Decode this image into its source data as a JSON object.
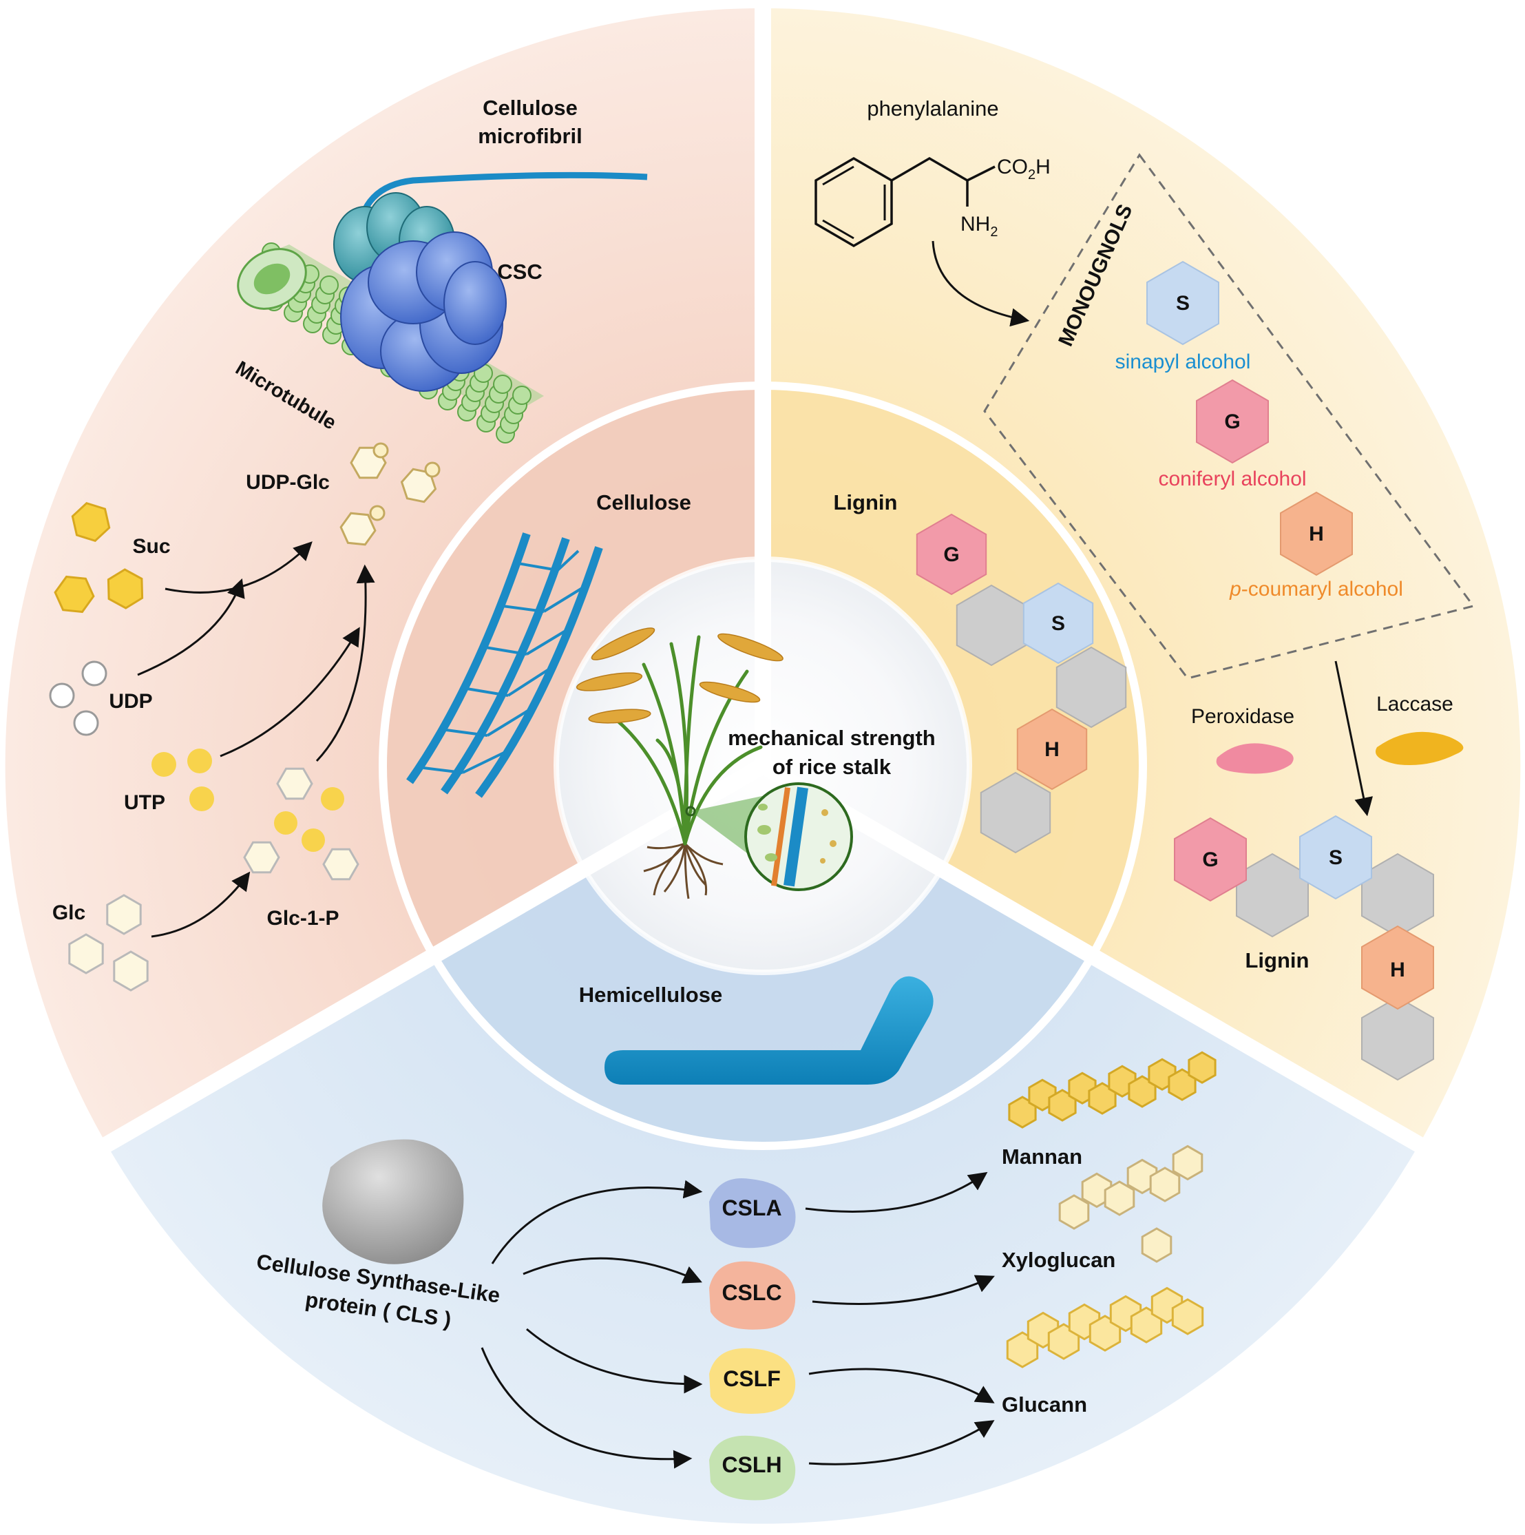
{
  "center": {
    "title_line1": "mechanical strength",
    "title_line2": "of rice stalk"
  },
  "cellulose": {
    "inner_title": "Cellulose",
    "microfibril_line1": "Cellulose",
    "microfibril_line2": "microfibril",
    "csc": "CSC",
    "microtubule": "Microtubule",
    "udp_glc": "UDP-Glc",
    "suc": "Suc",
    "udp": "UDP",
    "utp": "UTP",
    "glc": "Glc",
    "glc1p": "Glc-1-P"
  },
  "lignin": {
    "inner_title": "Lignin",
    "phenylalanine": "phenylalanine",
    "co2h": "CO",
    "co2h_sub": "2",
    "co2h_end": "H",
    "nh2": "NH",
    "nh2_sub": "2",
    "monolignols": "MONOUGNOLS",
    "s": "S",
    "g": "G",
    "h": "H",
    "sinapyl": "sinapyl alcohol",
    "coniferyl": "coniferyl alcohol",
    "coumaryl_prefix": "p",
    "coumaryl_rest": "-coumaryl alcohol",
    "peroxidase": "Peroxidase",
    "laccase": "Laccase",
    "product": "Lignin"
  },
  "hemicellulose": {
    "inner_title": "Hemicellulose",
    "cls_line1": "Cellulose Synthase-Like",
    "cls_line2": "protein ( CLS )",
    "csla": "CSLA",
    "cslc": "CSLC",
    "cslf": "CSLF",
    "cslh": "CSLH",
    "mannan": "Mannan",
    "xyloglucan": "Xyloglucan",
    "glucann": "Glucann"
  },
  "colors": {
    "cellulose_bg": "#f6d8cb",
    "lignin_bg": "#fbe9bc",
    "hemi_bg": "#dce8f4",
    "cellulose_blue": "#1b8bc6",
    "s_blue": "#1a8fd1",
    "g_red": "#e8425c",
    "h_orange": "#ef8a2a"
  }
}
